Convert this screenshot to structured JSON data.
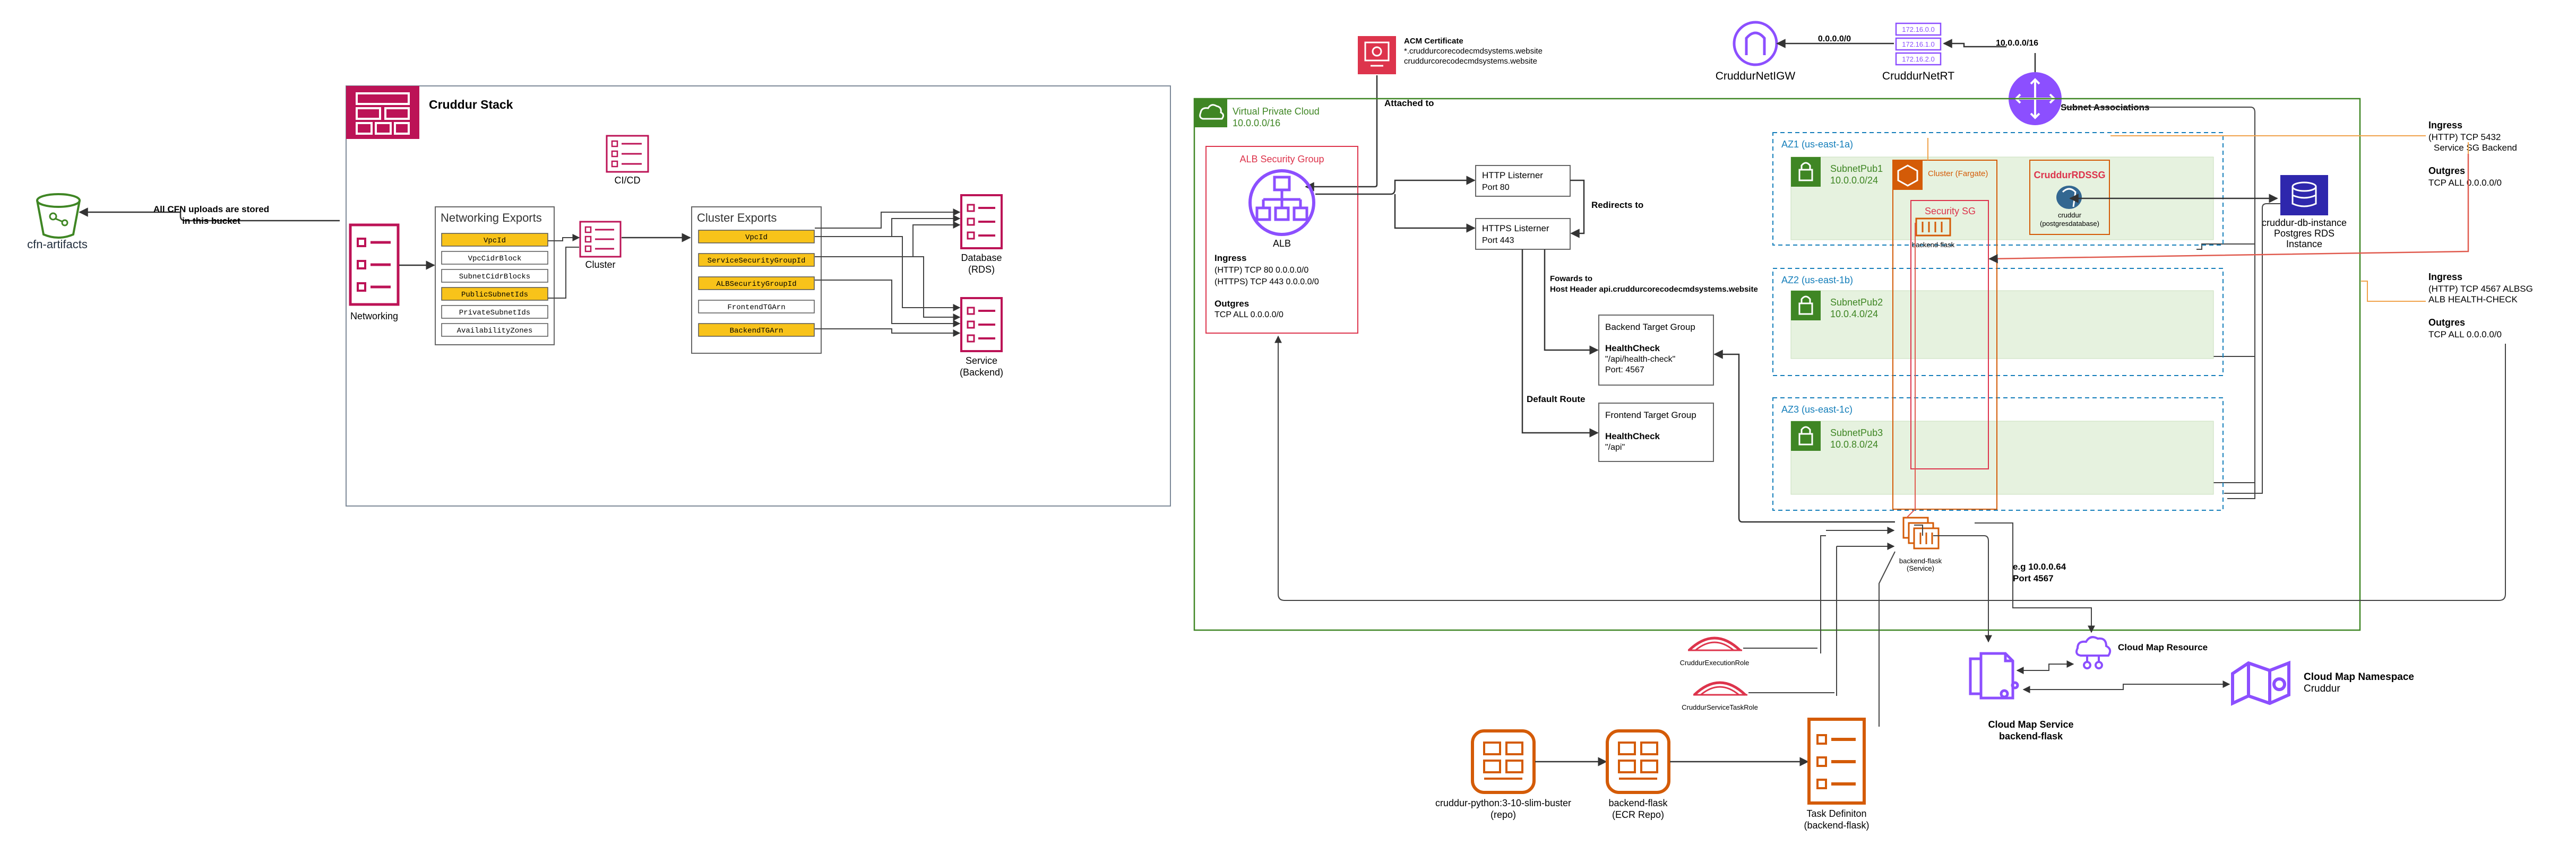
{
  "cfn_artifacts": {
    "label": "cfn-artifacts",
    "note_line1": "All CFN uploads are stored",
    "note_line2": "in this bucket"
  },
  "stack": {
    "title": "Cruddur Stack",
    "cicd_label": "CI/CD",
    "networking_label": "Networking",
    "cluster_label": "Cluster",
    "database_label_1": "Database",
    "database_label_2": "(RDS)",
    "service_label_1": "Service",
    "service_label_2": "(Backend)",
    "networking_exports": {
      "title": "Networking Exports",
      "items": [
        {
          "label": "VpcId",
          "highlight": true
        },
        {
          "label": "VpcCidrBlock",
          "highlight": false
        },
        {
          "label": "SubnetCidrBlocks",
          "highlight": false
        },
        {
          "label": "PublicSubnetIds",
          "highlight": true
        },
        {
          "label": "PrivateSubnetIds",
          "highlight": false
        },
        {
          "label": "AvailabilityZones",
          "highlight": false
        }
      ]
    },
    "cluster_exports": {
      "title": "Cluster Exports",
      "items": [
        {
          "label": "VpcId",
          "highlight": true
        },
        {
          "label": "ServiceSecurityGroupId",
          "highlight": true
        },
        {
          "label": "ALBSecurityGroupId",
          "highlight": true
        },
        {
          "label": "FrontendTGArn",
          "highlight": false
        },
        {
          "label": "BackendTGArn",
          "highlight": true
        }
      ]
    }
  },
  "acm": {
    "title": "ACM Certificate",
    "line1": "*.cruddurcorecodecmdsystems.website",
    "line2": "cruddurcorecodecmdsystems.website",
    "attached": "Attached to"
  },
  "top_net": {
    "igw_label": "CruddurNetIGW",
    "rt_label": "CruddurNetRT",
    "route_a": "0.0.0.0/0",
    "route_b": "10.0.0.0/16",
    "rt_entries": [
      "172.16.0.0",
      "172.16.1.0",
      "172.16.2.0"
    ],
    "subnet_assoc": "Subnet Associations"
  },
  "vpc": {
    "title": "Virtual Private Cloud",
    "cidr": "10.0.0.0/16"
  },
  "alb": {
    "sg_title": "ALB Security Group",
    "label": "ALB",
    "ingress_title": "Ingress",
    "ingress_1": "(HTTP)    TCP 80 0.0.0.0/0",
    "ingress_2": "(HTTPS)  TCP 443 0.0.0.0/0",
    "outgress_title": "Outgres",
    "outgress_1": "TCP ALL 0.0.0.0/0"
  },
  "listeners": {
    "http_title": "HTTP Listerner",
    "http_port": "Port 80",
    "https_title": "HTTPS Listerner",
    "https_port": "Port  443",
    "redirects": "Redirects to",
    "forwards_1": "Fowards to",
    "forwards_2": "Host Header api.cruddurcorecodecmdsystems.website",
    "default_route": "Default Route"
  },
  "target_groups": {
    "backend_title": "Backend Target Group",
    "backend_hc": "HealthCheck",
    "backend_path": "\"/api/health-check\"",
    "backend_port": "Port: 4567",
    "frontend_title": "Frontend Target Group",
    "frontend_hc": "HealthCheck",
    "frontend_path": "\"/api\""
  },
  "azs": [
    {
      "title": "AZ1 (us-east-1a)",
      "subnet": "SubnetPub1",
      "cidr": "10.0.0.0/24"
    },
    {
      "title": "AZ2 (us-east-1b)",
      "subnet": "SubnetPub2",
      "cidr": "10.0.4.0/24"
    },
    {
      "title": "AZ3 (us-east-1c)",
      "subnet": "SubnetPub3",
      "cidr": "10.0.8.0/24"
    }
  ],
  "cluster_fargate": "Cluster (Fargate)",
  "security_sg": "Security SG",
  "backend_flask_small": "backend-flask",
  "rds": {
    "sg_title": "CruddurRDSSG",
    "db_name": "cruddur",
    "db_sub": "(postgresdatabase)",
    "instance_1": "cruddur-db-instance",
    "instance_2": "Postgres RDS",
    "instance_3": "Instance"
  },
  "right_rules_1": {
    "ingress": "Ingress",
    "ingress_1": "(HTTP)     TCP 5432",
    "ingress_2": "Service SG Backend",
    "outgres": "Outgres",
    "outgres_1": "TCP ALL 0.0.0.0/0"
  },
  "right_rules_2": {
    "ingress": "Ingress",
    "ingress_1": "(HTTP)     TCP 4567 ALBSG",
    "ingress_2": "ALB HEALTH-CHECK",
    "outgres": "Outgres",
    "outgres_1": "TCP ALL 0.0.0.0/0"
  },
  "service": {
    "label_1": "backend-flask",
    "label_2": "(Service)",
    "ip": "e.g 10.0.0.64",
    "port": "Port 4567"
  },
  "roles": {
    "exec": "CruddurExecutionRole",
    "task": "CruddurServiceTaskRole"
  },
  "repos": {
    "python_1": "cruddur-python:3-10-slim-buster",
    "python_2": "(repo)",
    "ecr_1": "backend-flask",
    "ecr_2": "(ECR Repo)",
    "task_1": "Task Definiton",
    "task_2": "(backend-flask)"
  },
  "cloudmap": {
    "resource": "Cloud Map Resource",
    "service_1": "Cloud Map Service",
    "service_2": "backend-flask",
    "ns_1": "Cloud Map Namespace",
    "ns_2": "Cruddur"
  },
  "colors": {
    "magenta": "#bc1356",
    "green": "#3f8624",
    "orange": "#d45b07",
    "red": "#dd344c",
    "purple": "#8c4fff",
    "navy": "#232f3e",
    "blue_az": "#147eba",
    "highlight": "#f8c31a",
    "rds_blue": "#2e27ad"
  }
}
